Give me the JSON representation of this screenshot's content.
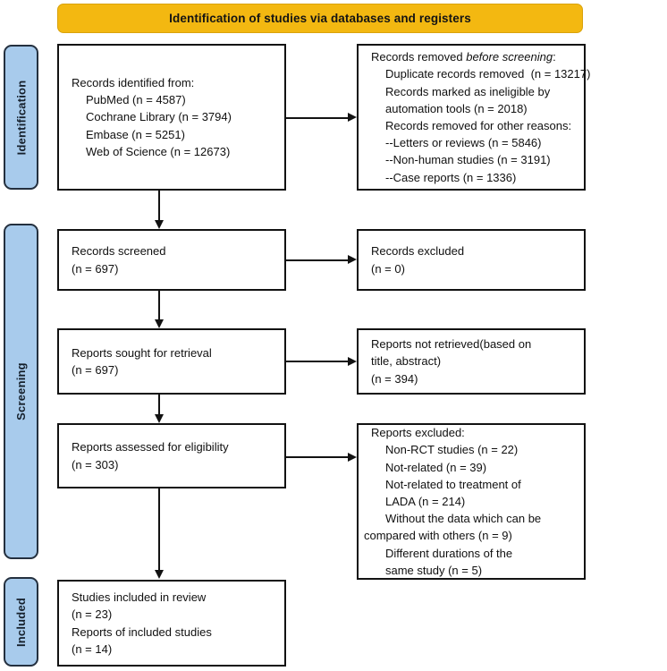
{
  "banner": {
    "title": "Identification of studies via databases and registers",
    "color": "#F3B811"
  },
  "phases": [
    {
      "id": "identification",
      "label": "Identification",
      "color": "#A8CBEC"
    },
    {
      "id": "screening",
      "label": "Screening",
      "color": "#A8CBEC"
    },
    {
      "id": "included",
      "label": "Included",
      "color": "#A8CBEC"
    }
  ],
  "boxes": {
    "records_identified": {
      "lines": [
        "Records identified from:",
        "PubMed (n = 4587)",
        "Cochrane Library (n = 3794)",
        "Embase (n = 5251)",
        "Web of Science (n = 12673)"
      ]
    },
    "records_removed": {
      "line1_a": "Records removed ",
      "line1_b": "before screening",
      "line1_c": ":",
      "lines": [
        "Duplicate records removed  (n = 13217)",
        "Records marked as ineligible by",
        "automation tools (n = 2018)",
        "Records removed for other reasons:",
        "--Letters or reviews (n = 5846)",
        "--Non-human studies (n = 3191)",
        "--Case reports (n = 1336)"
      ]
    },
    "records_screened": {
      "lines": [
        "Records screened",
        "(n = 697)"
      ]
    },
    "records_excluded": {
      "lines": [
        "Records excluded",
        "(n = 0)"
      ]
    },
    "reports_sought": {
      "lines": [
        "Reports sought for retrieval",
        "(n = 697)"
      ]
    },
    "reports_not_retrieved": {
      "lines": [
        "Reports not retrieved(based on",
        "title, abstract)",
        "(n = 394)"
      ]
    },
    "reports_assessed": {
      "lines": [
        "Reports assessed for eligibility",
        "(n = 303)"
      ]
    },
    "reports_excluded": {
      "lines": [
        "Reports excluded:",
        "Non-RCT studies (n = 22)",
        "Not-related (n = 39)",
        "Not-related to treatment of",
        "LADA (n = 214)",
        "Without the data which can be",
        "compared with others (n = 9)",
        "Different durations of the",
        "same study (n = 5)"
      ]
    },
    "studies_included": {
      "lines": [
        "Studies included in review",
        "(n = 23)",
        "Reports of included studies",
        "(n = 14)"
      ]
    }
  }
}
